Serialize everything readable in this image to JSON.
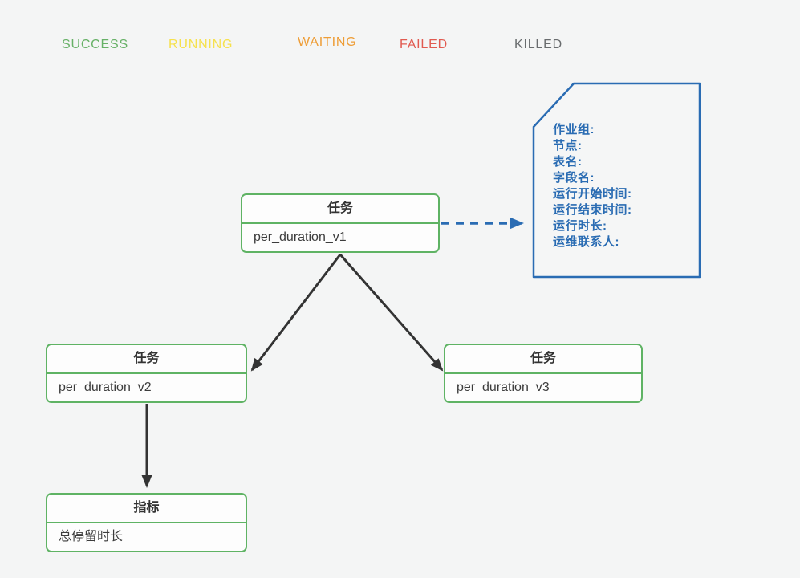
{
  "legend": {
    "items": [
      {
        "label": "SUCCESS",
        "color": "#67b167"
      },
      {
        "label": "RUNNING",
        "color": "#f6e14d"
      },
      {
        "label": "WAITING",
        "color": "#ee9d36"
      },
      {
        "label": "FAILED",
        "color": "#e15a50"
      },
      {
        "label": "KILLED",
        "color": "#696c6e"
      }
    ]
  },
  "nodes": {
    "v1": {
      "type_label": "任务",
      "name": "per_duration_v1"
    },
    "v2": {
      "type_label": "任务",
      "name": "per_duration_v2"
    },
    "v3": {
      "type_label": "任务",
      "name": "per_duration_v3"
    },
    "metric": {
      "type_label": "指标",
      "name": "总停留时长"
    }
  },
  "tooltip": {
    "lines": [
      "作业组:",
      "节点:",
      "表名:",
      "字段名:",
      "运行开始时间:",
      "运行结束时间:",
      "运行时长:",
      "运维联系人:"
    ]
  },
  "colors": {
    "node_border": "#5fb364",
    "tooltip_blue": "#2a6cb3",
    "edge_black": "#333333",
    "background": "#f4f5f5"
  }
}
